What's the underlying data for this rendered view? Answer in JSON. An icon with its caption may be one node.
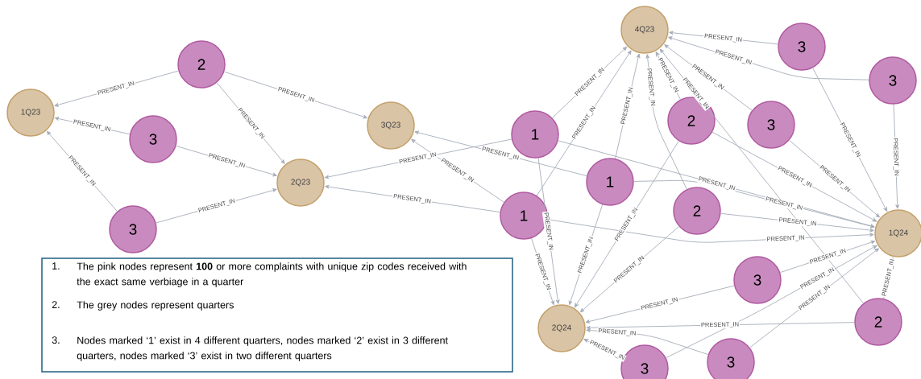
{
  "diagram": {
    "nodes": [
      {
        "text": [
          "4Q23"
        ]
      },
      {
        "text": [
          "3"
        ]
      },
      {
        "text": [
          "2"
        ]
      },
      {
        "text": [
          "3"
        ]
      },
      {
        "text": [
          "1Q23"
        ]
      },
      {
        "text": [
          "2"
        ]
      },
      {
        "text": [
          "3"
        ]
      },
      {
        "text": [
          "3Q23"
        ]
      },
      {
        "text": [
          "1"
        ]
      },
      {
        "text": [
          "3"
        ]
      },
      {
        "text": [
          "2Q23"
        ]
      },
      {
        "text": [
          "1"
        ]
      },
      {
        "text": [
          "2"
        ]
      },
      {
        "text": [
          "1"
        ]
      },
      {
        "text": [
          "3"
        ]
      },
      {
        "text": [
          "1Q24"
        ]
      },
      {
        "text": [
          "3"
        ]
      },
      {
        "text": [
          "2"
        ]
      },
      {
        "text": [
          "2Q24"
        ]
      },
      {
        "text": [
          "3"
        ]
      },
      {
        "text": [
          "3"
        ]
      }
    ],
    "edges": [
      {
        "from": 2,
        "to": 4,
        "arrow": "to",
        "label": "PRESENT_IN"
      },
      {
        "from": 2,
        "to": 7,
        "arrow": "to",
        "label": "PRESENT_IN"
      },
      {
        "from": 2,
        "to": 10,
        "arrow": "to",
        "label": "PRESENT_IN"
      },
      {
        "from": 9,
        "to": 4,
        "arrow": "to",
        "label": "PRESENT_IN"
      },
      {
        "from": 9,
        "to": 10,
        "arrow": "to",
        "label": "PRESENT_IN"
      },
      {
        "from": 14,
        "to": 4,
        "arrow": "to",
        "label": "PRESENT_IN"
      },
      {
        "from": 14,
        "to": 10,
        "arrow": "to",
        "label": "PRESENT_IN"
      },
      {
        "from": 8,
        "to": 0,
        "arrow": "to",
        "label": "PRESENT_IN"
      },
      {
        "from": 8,
        "to": 10,
        "arrow": "to",
        "label": "PRESENT_IN"
      },
      {
        "from": 8,
        "to": 15,
        "arrow": "to",
        "label": "PRESENT_IN"
      },
      {
        "from": 8,
        "to": 18,
        "arrow": "to",
        "label": "PRESENT_IN"
      },
      {
        "from": 11,
        "to": 7,
        "arrow": "to",
        "label": "PRESENT_IN"
      },
      {
        "from": 11,
        "to": 0,
        "arrow": "to",
        "label": "PRESENT_IN"
      },
      {
        "from": 11,
        "to": 15,
        "arrow": "to",
        "label": "PRESENT_IN"
      },
      {
        "from": 11,
        "to": 18,
        "arrow": "to",
        "label": "PRESENT_IN"
      },
      {
        "from": 13,
        "to": 10,
        "arrow": "to",
        "label": "PRESENT_IN"
      },
      {
        "from": 13,
        "to": 7,
        "arrow": "to",
        "label": "PRESENT_IN"
      },
      {
        "from": 13,
        "to": 0,
        "arrow": "to",
        "label": "PRESENT_IN"
      },
      {
        "from": 13,
        "to": 15,
        "arrow": "to",
        "label": "PRESENT_IN"
      },
      {
        "from": 13,
        "to": 18,
        "arrow": "to",
        "label": "PRESENT_IN"
      },
      {
        "from": 5,
        "to": 0,
        "arrow": "to",
        "label": "PRESENT_IN"
      },
      {
        "from": 5,
        "to": 15,
        "arrow": "to",
        "label": "PRESENT_IN"
      },
      {
        "from": 5,
        "to": 18,
        "arrow": "to",
        "label": "PRESENT_IN"
      },
      {
        "from": 12,
        "to": 0,
        "arrow": "to",
        "label": "PRESENT_IN"
      },
      {
        "from": 12,
        "to": 15,
        "arrow": "to",
        "label": "PRESENT_IN"
      },
      {
        "from": 12,
        "to": 18,
        "arrow": "to",
        "label": "PRESENT_IN"
      },
      {
        "from": 6,
        "to": 0,
        "arrow": "to",
        "label": "PRESENT_IN"
      },
      {
        "from": 6,
        "to": 15,
        "arrow": "to",
        "label": "PRESENT_IN"
      },
      {
        "from": 1,
        "to": 0,
        "arrow": "to",
        "label": "PRESENT_IN"
      },
      {
        "from": 1,
        "to": 15,
        "arrow": "to",
        "label": "PRESENT_IN"
      },
      {
        "from": 3,
        "to": 0,
        "arrow": "to",
        "label": "PRESENT_IN"
      },
      {
        "from": 3,
        "to": 15,
        "arrow": "to",
        "label": "PRESENT_IN"
      },
      {
        "from": 16,
        "to": 15,
        "arrow": "to",
        "label": "PRESENT_IN"
      },
      {
        "from": 16,
        "to": 18,
        "arrow": "to",
        "label": "PRESENT_IN"
      },
      {
        "from": 19,
        "to": 15,
        "arrow": "to",
        "label": "PRESENT_IN"
      },
      {
        "from": 19,
        "to": 18,
        "arrow": "to",
        "label": "PRESENT_IN"
      },
      {
        "from": 20,
        "to": 15,
        "arrow": "to",
        "label": "PRESENT_IN"
      },
      {
        "from": 20,
        "to": 18,
        "arrow": "to",
        "label": "PRESENT_IN"
      },
      {
        "from": 17,
        "to": 0,
        "arrow": "to",
        "label": "PRESENT_IN"
      },
      {
        "from": 17,
        "to": 15,
        "arrow": "to",
        "label": "PRESENT_IN"
      },
      {
        "from": 17,
        "to": 18,
        "arrow": "to",
        "label": "PRESENT_IN"
      }
    ],
    "labels": [
      "1.",
      "The pink nodes represent **100** or more complaints with unique zip codes received with the exact same verbiage in a quarter",
      "2.",
      "The grey nodes represent quarters",
      "3.",
      "Nodes marked ‘1’ exist in 4 different quarters, nodes marked ‘2’ exist in 3 different quarters, nodes marked ‘3’ exist in two different quarters"
    ]
  }
}
